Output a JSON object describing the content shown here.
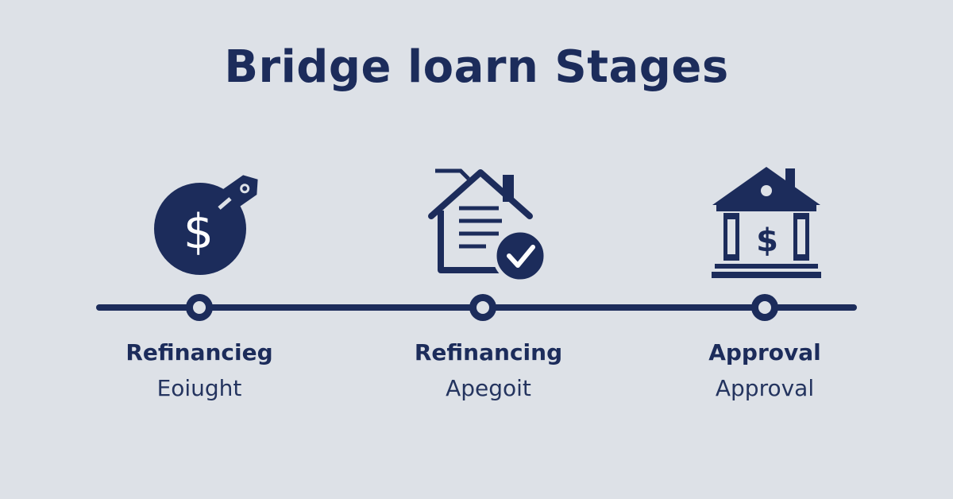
{
  "title": "Bridge loarn Stages",
  "colors": {
    "primary": "#1c2c5b",
    "background": "#dde1e7"
  },
  "stages": [
    {
      "title": "Refinancieg",
      "subtitle": "Eoiught",
      "icon": "money-bag-tag-icon",
      "icon_text": "$"
    },
    {
      "title": "Refinancing",
      "subtitle": "Apegoit",
      "icon": "house-document-check-icon"
    },
    {
      "title": "Approval",
      "subtitle": "Approval",
      "icon": "bank-building-icon",
      "icon_text": "$"
    }
  ]
}
